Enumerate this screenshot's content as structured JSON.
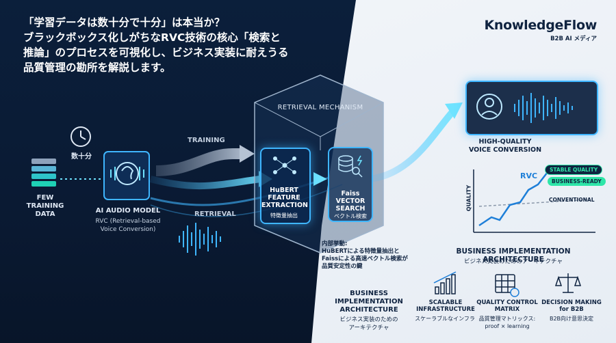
{
  "headline": {
    "line1": "「学習データは数十分で十分」は本当か？",
    "line2": "ブラックボックス化しがちなRVC技術の核心「検索と",
    "line3": "推論」のプロセスを可視化し、ビジネス実装に耐えうる",
    "line4": "品質管理の勘所を解説します。"
  },
  "brand": {
    "name": "KnowledgeFlow",
    "tagline": "B2B AI メディア"
  },
  "left": {
    "clock_label": "数十分",
    "data_label": "FEW\nTRAINING\nDATA",
    "model_title": "AI AUDIO MODEL",
    "model_sub": "RVC (Retrieval-based\nVoice Conversion)"
  },
  "flows": {
    "training": "TRAINING",
    "retrieval": "RETRIEVAL"
  },
  "mechanism": {
    "title": "RETRIEVAL MECHANISM",
    "hubert_title": "HuBERT\nFEATURE\nEXTRACTION",
    "hubert_sub": "特徴量抽出",
    "faiss_title": "Faiss\nVECTOR\nSEARCH",
    "faiss_sub": "ベクトル検索",
    "note": "内部挙動:\nHuBERTによる特徴量抽出と\nFaissによる高速ベクトル検索が\n品質安定性の鍵"
  },
  "output": {
    "label": "HIGH-QUALITY\nVOICE CONVERSION"
  },
  "quality_chart": {
    "ylabel": "QUALITY",
    "series_label": "RVC",
    "stable": "STABLE QUALITY",
    "business": "BUSINESS-READY",
    "conventional": "CONVENTIONAL"
  },
  "biz_right": {
    "title": "BUSINESS IMPLEMENTATION ARCHITECTURE",
    "sub": "ビジネス実装のためのアーキテクチャ"
  },
  "biz_left": {
    "title": "BUSINESS\nIMPLEMENTATION\nARCHITECTURE",
    "sub": "ビジネス実装のための\nアーキテクチャ"
  },
  "pillars": [
    {
      "title": "SCALABLE\nINFRASTRUCTURE",
      "sub": "スケーラブルなインフラ"
    },
    {
      "title": "QUALITY CONTROL\nMATRIX",
      "sub": "品質管理マトリックス:\nproof × learning"
    },
    {
      "title": "DECISION MAKING\nfor B2B",
      "sub": "B2B向け意思決定"
    }
  ],
  "colors": {
    "accent": "#3fb6ff",
    "dark": "#0f2340",
    "green": "#2ee6a8"
  }
}
